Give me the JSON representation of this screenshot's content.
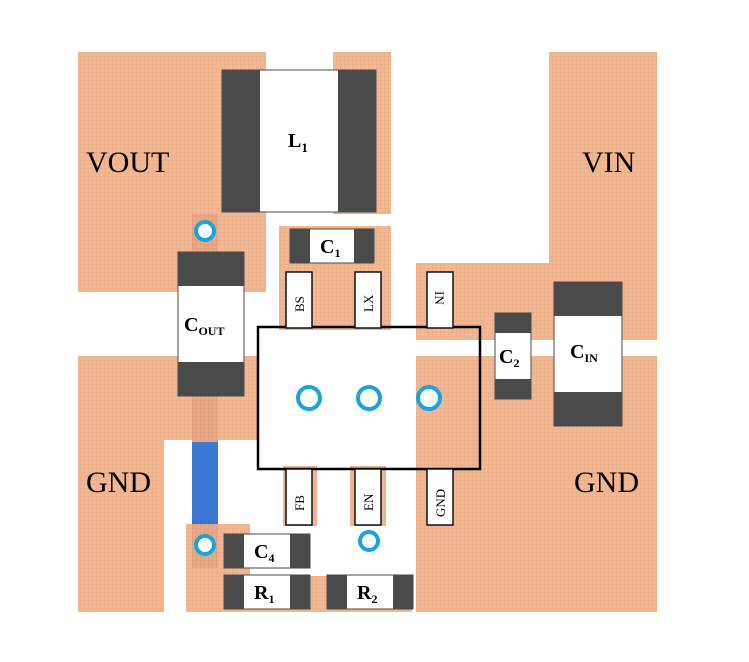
{
  "nets": {
    "vout": "VOUT",
    "vin": "VIN",
    "gnd_left": "GND",
    "gnd_right": "GND"
  },
  "components": {
    "l1": {
      "name": "L",
      "sub": "1"
    },
    "c1": {
      "name": "C",
      "sub": "1"
    },
    "cout": {
      "name": "C",
      "sub": "OUT"
    },
    "c2": {
      "name": "C",
      "sub": "2"
    },
    "cin": {
      "name": "C",
      "sub": "IN"
    },
    "c4": {
      "name": "C",
      "sub": "4"
    },
    "r1": {
      "name": "R",
      "sub": "1"
    },
    "r2": {
      "name": "R",
      "sub": "2"
    }
  },
  "pins": {
    "bs": "BS",
    "lx": "LX",
    "in": "IN",
    "fb": "FB",
    "en": "EN",
    "gnd": "GND"
  },
  "colors": {
    "copper": "#f2b893",
    "copper_grid": "#e3a47e",
    "pad_dark": "#4a4a4a",
    "via_ring": "#1aa3dc",
    "feedback_trace": "#3a78d2",
    "ic_outline": "#000000"
  }
}
